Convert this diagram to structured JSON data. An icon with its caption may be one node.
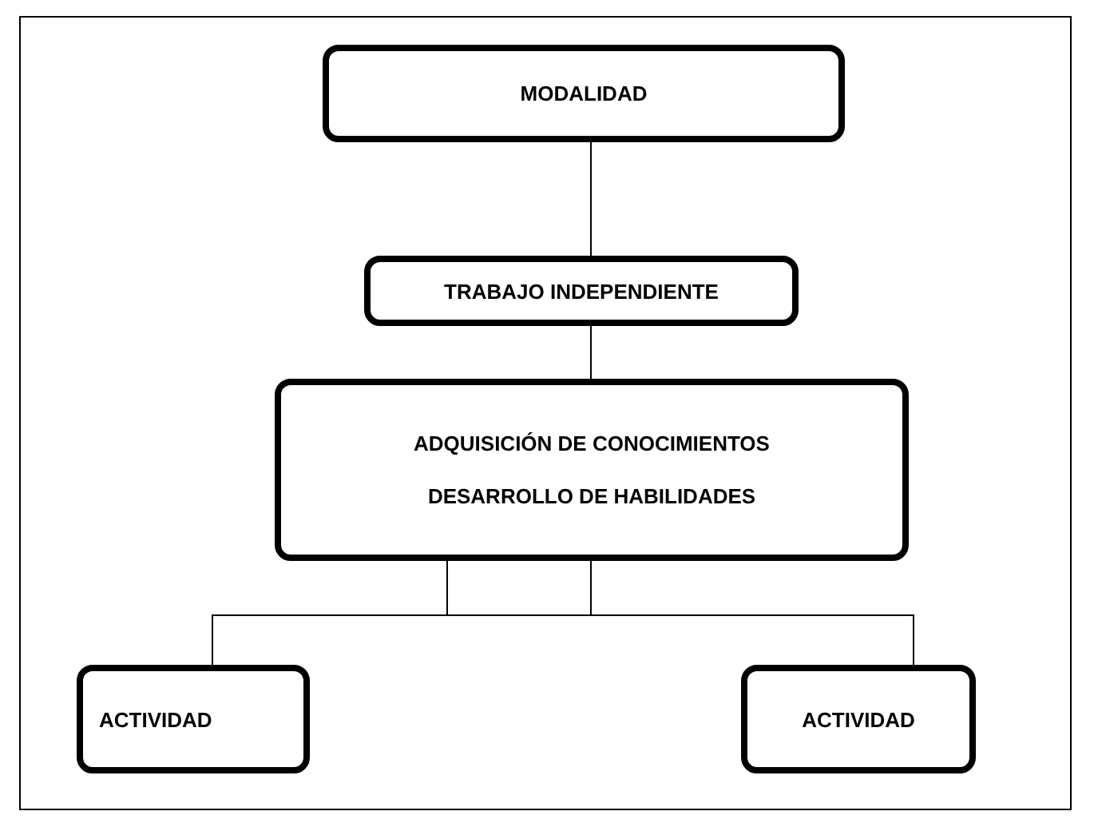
{
  "diagram": {
    "nodes": [
      {
        "text": [
          "MODALIDAD"
        ]
      },
      {
        "text": [
          "TRABAJO INDEPENDIENTE"
        ]
      },
      {
        "text": [
          "ADQUISICIÓN DE CONOCIMIENTOS",
          "DESARROLLO DE HABILIDADES"
        ]
      },
      {
        "text": [
          "ACTIVIDAD"
        ]
      },
      {
        "text": [
          "ACTIVIDAD"
        ]
      }
    ],
    "edges": [
      {
        "from": 0,
        "to": 1,
        "arrow": "none"
      },
      {
        "from": 1,
        "to": 2,
        "arrow": "none"
      },
      {
        "from": 2,
        "to": 3,
        "arrow": "none"
      },
      {
        "from": 2,
        "to": 4,
        "arrow": "none"
      }
    ]
  }
}
